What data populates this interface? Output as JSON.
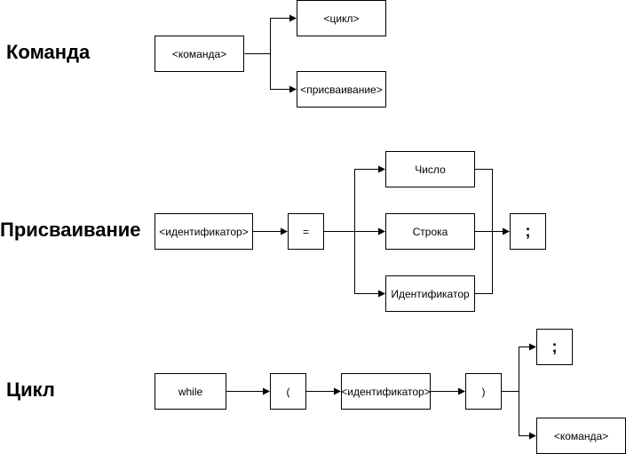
{
  "sections": {
    "command": {
      "title": "Команда"
    },
    "assignment": {
      "title": "Присваивание"
    },
    "loop": {
      "title": "Цикл"
    }
  },
  "command_diagram": {
    "start": "<команда>",
    "option_loop": "<цикл>",
    "option_assignment": "<присваивание>"
  },
  "assignment_diagram": {
    "identifier": "<идентификатор>",
    "equals": "=",
    "value_number": "Число",
    "value_string": "Строка",
    "value_identifier": "Идентификатор",
    "terminator": ";"
  },
  "loop_diagram": {
    "keyword": "while",
    "open_paren": "(",
    "condition": "<идентификатор>",
    "close_paren": ")",
    "terminator": ";",
    "body": "<команда>"
  }
}
